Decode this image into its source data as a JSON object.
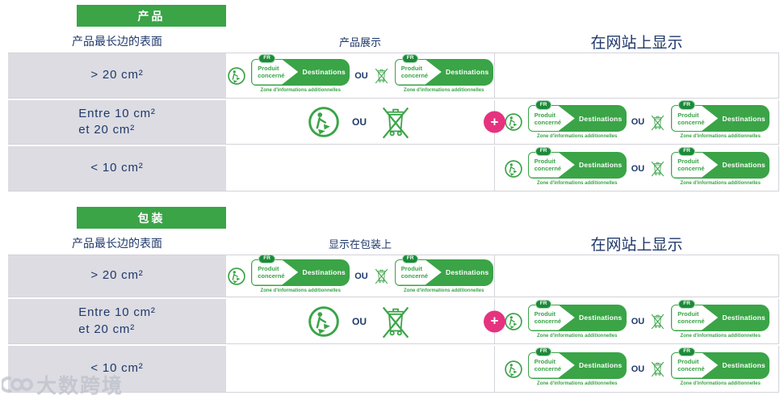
{
  "colors": {
    "green": "#3aa447",
    "dark_green": "#1c8a3a",
    "navy": "#20396b",
    "pink": "#e5337f",
    "cell_gray": "#dcdce2",
    "line": "#d3d3da"
  },
  "logo": {
    "fr": "FR",
    "left1": "Produit",
    "left2": "concerné",
    "right": "Destinations",
    "caption": "Zone d'informations additionnelles"
  },
  "ou": "OU",
  "plus": "+",
  "watermark": "大数跨境",
  "sections": [
    {
      "header": "产品",
      "surface_title": "产品最长边的表面",
      "display_title": "产品展示",
      "web_title": "在网站上显示",
      "rows": [
        {
          "label1": "> 20 cm²",
          "label2": ""
        },
        {
          "label1": "Entre 10 cm²",
          "label2": "et 20 cm²"
        },
        {
          "label1": "< 10 cm²",
          "label2": ""
        }
      ]
    },
    {
      "header": "包装",
      "surface_title": "产品最长边的表面",
      "display_title": "显示在包装上",
      "web_title": "在网站上显示",
      "rows": [
        {
          "label1": "> 20 cm²",
          "label2": ""
        },
        {
          "label1": "Entre 10 cm²",
          "label2": "et 20 cm²"
        },
        {
          "label1": "< 10 cm²",
          "label2": ""
        }
      ]
    }
  ]
}
